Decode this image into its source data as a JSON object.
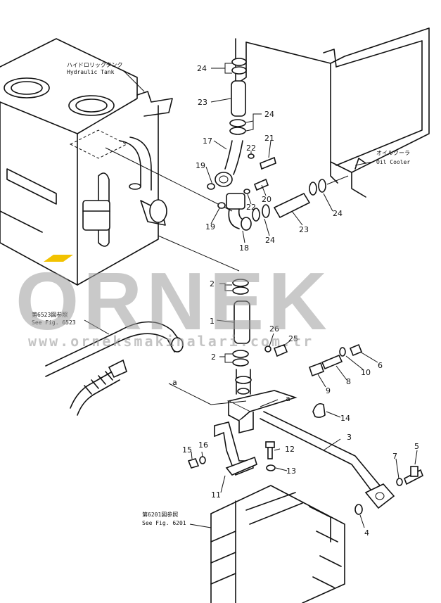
{
  "callouts": [
    "1",
    "2",
    "2",
    "3",
    "4",
    "5",
    "6",
    "7",
    "8",
    "9",
    "10",
    "11",
    "12",
    "13",
    "14",
    "15",
    "16",
    "17",
    "18",
    "19",
    "19",
    "20",
    "21",
    "22",
    "22",
    "23",
    "23",
    "24",
    "24",
    "24",
    "24",
    "25",
    "26"
  ],
  "ref_letters": [
    "a",
    "a"
  ],
  "labels": {
    "hydraulic_tank_jp": "ハイドロリックタンク",
    "hydraulic_tank_en": "Hydraulic Tank",
    "oil_cooler_jp": "オイルクーラ",
    "oil_cooler_en": "Oil Cooler",
    "see_6523_jp": "第6523図参照",
    "see_6523_en": "See Fig. 6523",
    "see_6201_jp": "第6201図参照",
    "see_6201_en": "See Fig. 6201"
  },
  "watermark": {
    "brand": "ORNEK",
    "url": "www.orneksmakinalari.com.tr",
    "accent_color": "#f2c200"
  }
}
